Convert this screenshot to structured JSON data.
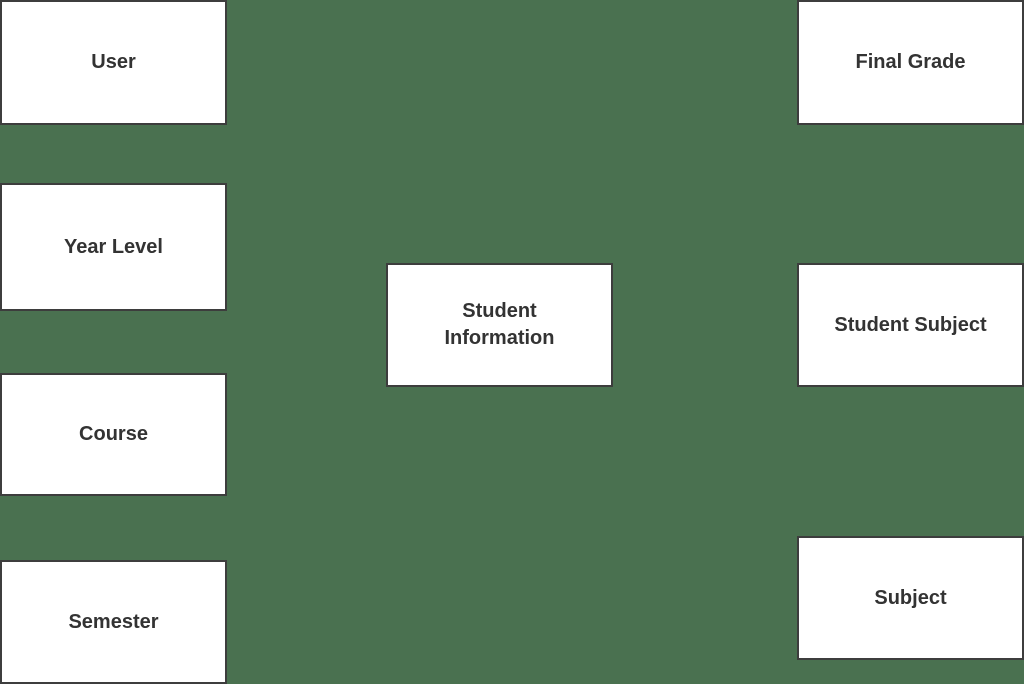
{
  "diagram": {
    "background_color": "#4a7150",
    "node_fill_color": "#ffffff",
    "node_border_color": "#3d3d3d",
    "nodes": {
      "user": {
        "label": "User"
      },
      "year_level": {
        "label": "Year Level"
      },
      "course": {
        "label": "Course"
      },
      "semester": {
        "label": "Semester"
      },
      "student_info": {
        "label": "Student\nInformation"
      },
      "final_grade": {
        "label": "Final Grade"
      },
      "student_subject": {
        "label": "Student Subject"
      },
      "subject": {
        "label": "Subject"
      }
    }
  }
}
